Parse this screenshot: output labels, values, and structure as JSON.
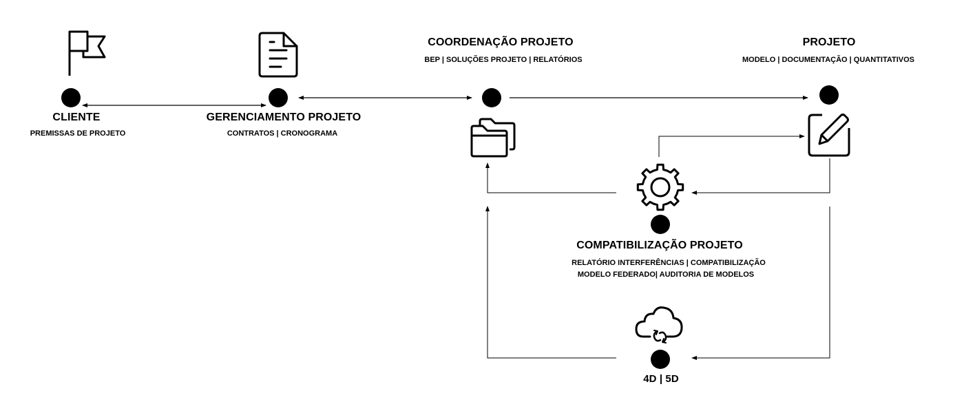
{
  "nodes": {
    "cliente": {
      "title": "CLIENTE",
      "subtitle": "PREMISSAS DE PROJETO",
      "icon": "flag-icon"
    },
    "gerenciamento": {
      "title": "GERENCIAMENTO PROJETO",
      "subtitle": "CONTRATOS | CRONOGRAMA",
      "icon": "document-icon"
    },
    "coordenacao": {
      "title": "COORDENAÇÃO PROJETO",
      "subtitle": "BEP | SOLUÇÕES PROJETO | RELATÓRIOS",
      "icon": "folders-icon"
    },
    "projeto": {
      "title": "PROJETO",
      "subtitle": "MODELO | DOCUMENTAÇÃO | QUANTITATIVOS",
      "icon": "edit-pencil-icon"
    },
    "compatibilizacao": {
      "title": "COMPATIBILIZAÇÃO PROJETO",
      "subtitle_line1": "RELATÓRIO INTERFERÊNCIAS | COMPATIBILIZAÇÃO",
      "subtitle_line2": "MODELO FEDERADO| AUDITORIA DE MODELOS",
      "icon": "gear-icon"
    },
    "quatro_cinco_d": {
      "title": "4D | 5D",
      "icon": "cloud-sync-icon"
    }
  },
  "connections": [
    {
      "from": "cliente",
      "to": "gerenciamento",
      "type": "bidirectional"
    },
    {
      "from": "gerenciamento",
      "to": "coordenacao",
      "type": "bidirectional"
    },
    {
      "from": "coordenacao",
      "to": "projeto",
      "type": "directed"
    },
    {
      "from": "compatibilizacao",
      "to": "projeto",
      "type": "directed"
    },
    {
      "from": "projeto",
      "to": "compatibilizacao",
      "type": "directed"
    },
    {
      "from": "compatibilizacao",
      "to": "coordenacao",
      "type": "directed"
    },
    {
      "from": "projeto",
      "to": "quatro_cinco_d",
      "type": "directed"
    },
    {
      "from": "quatro_cinco_d",
      "to": "coordenacao",
      "type": "directed"
    }
  ],
  "colors": {
    "line": "#000000",
    "node": "#000000",
    "background": "#ffffff"
  }
}
